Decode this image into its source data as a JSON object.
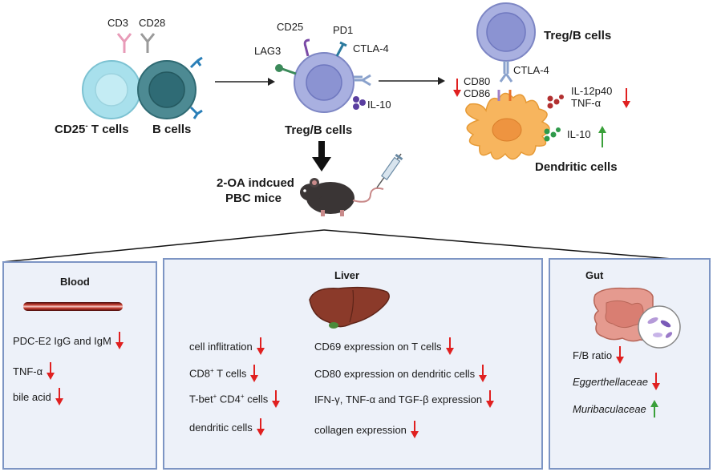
{
  "top": {
    "cd3": "CD3",
    "cd28": "CD28",
    "cd25_t_cells_main": "CD25",
    "cd25_t_cells_sup": "-",
    "cd25_t_cells_rest": " T cells",
    "b_cells": "B cells",
    "cd25": "CD25",
    "pd1": "PD1",
    "lag3": "LAG3",
    "ctla4_center": "CTLA-4",
    "il10_center": "IL-10",
    "treg_b_center": "Treg/B cells",
    "treg_b_right": "Treg/B cells",
    "ctla4_right": "CTLA-4",
    "cd80": "CD80",
    "cd86": "CD86",
    "il12p40": "IL-12p40",
    "tnfa_right": "TNF-α",
    "il10_right": "IL-10",
    "dendritic_cells": "Dendritic cells",
    "mice_line1": "2-OA indcued",
    "mice_line2": "PBC mice"
  },
  "blood": {
    "title": "Blood",
    "items": [
      {
        "text": "PDC-E2 IgG and IgM",
        "dir": "down"
      },
      {
        "text": "TNF-α",
        "dir": "down"
      },
      {
        "text": "bile acid",
        "dir": "down"
      }
    ]
  },
  "liver": {
    "title": "Liver",
    "left": {
      "cell_infiltration": "cell inflitration",
      "cd8_pre": "CD8",
      "cd8_sup": "+",
      "cd8_post": " T cells",
      "tbet_pre": "T-bet",
      "tbet_sup1": "+",
      "tbet_mid": " CD4",
      "tbet_sup2": "+",
      "tbet_post": " cells",
      "dendritic": "dendritic cells"
    },
    "right": [
      {
        "text": "CD69 expression  on T cells",
        "dir": "down"
      },
      {
        "text": "CD80 expression on dendritic cells",
        "dir": "down"
      },
      {
        "text": "IFN-γ, TNF-α and TGF-β expression",
        "dir": "down"
      },
      {
        "text": "collagen expression",
        "dir": "down"
      }
    ]
  },
  "gut": {
    "title": "Gut",
    "items": [
      {
        "text": "F/B ratio",
        "dir": "down"
      },
      {
        "text": "Eggerthellaceae",
        "dir": "down"
      },
      {
        "text": "Muribaculaceae",
        "dir": "up"
      }
    ]
  },
  "colors": {
    "down_arrow": "#e02020",
    "up_arrow": "#3aa03a",
    "panel_bg": "#edf1f9",
    "panel_border": "#7d95c4",
    "treg_cell": "#a9b0e0",
    "t_cell": "#a8e0ec",
    "b_cell": "#4d8a93",
    "dendritic_cell": "#f7b55e"
  }
}
